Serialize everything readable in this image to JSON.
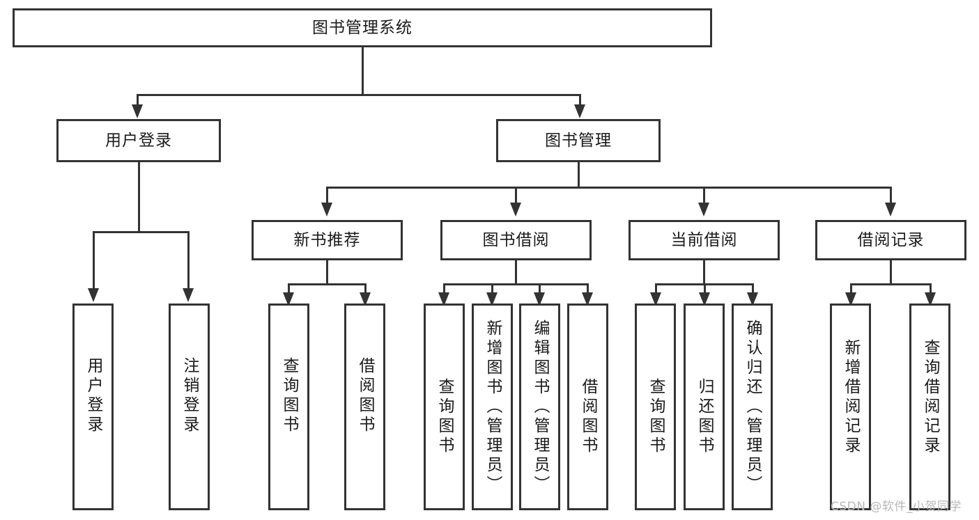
{
  "diagram": {
    "type": "hierarchical-tree",
    "title": "图书管理系统",
    "root": {
      "id": "root",
      "label": "图书管理系统"
    },
    "level2": [
      {
        "id": "user-login",
        "label": "用户登录"
      },
      {
        "id": "book-management",
        "label": "图书管理"
      }
    ],
    "level3": [
      {
        "id": "new-book-recommend",
        "label": "新书推荐",
        "parent": "book-management"
      },
      {
        "id": "book-borrow",
        "label": "图书借阅",
        "parent": "book-management"
      },
      {
        "id": "current-borrow",
        "label": "当前借阅",
        "parent": "book-management"
      },
      {
        "id": "borrow-record",
        "label": "借阅记录",
        "parent": "book-management"
      }
    ],
    "leaves": [
      {
        "id": "leaf-user-login",
        "label": "用户登录",
        "parent": "user-login"
      },
      {
        "id": "leaf-logout-login",
        "label": "注销登录",
        "parent": "user-login"
      },
      {
        "id": "leaf-query-book-1",
        "label": "查询图书",
        "parent": "new-book-recommend"
      },
      {
        "id": "leaf-borrow-book-1",
        "label": "借阅图书",
        "parent": "new-book-recommend"
      },
      {
        "id": "leaf-query-book-2",
        "label": "查询图书",
        "parent": "book-borrow"
      },
      {
        "id": "leaf-add-book",
        "label": "新增图书（管理员）",
        "parent": "book-borrow"
      },
      {
        "id": "leaf-edit-book",
        "label": "编辑图书（管理员）",
        "parent": "book-borrow"
      },
      {
        "id": "leaf-borrow-book-2",
        "label": "借阅图书",
        "parent": "book-borrow"
      },
      {
        "id": "leaf-query-book-3",
        "label": "查询图书",
        "parent": "current-borrow"
      },
      {
        "id": "leaf-return-book",
        "label": "归还图书",
        "parent": "current-borrow"
      },
      {
        "id": "leaf-confirm-return",
        "label": "确认归还（管理员）",
        "parent": "current-borrow"
      },
      {
        "id": "leaf-add-record",
        "label": "新增借阅记录",
        "parent": "borrow-record"
      },
      {
        "id": "leaf-query-record",
        "label": "查询借阅记录",
        "parent": "borrow-record"
      }
    ]
  },
  "watermark": {
    "text": "CSDN @软件_小贺同学"
  },
  "colors": {
    "stroke": "#333333",
    "fill": "#ffffff",
    "text": "#1a1a1a",
    "watermark": "#b8b8b8"
  }
}
